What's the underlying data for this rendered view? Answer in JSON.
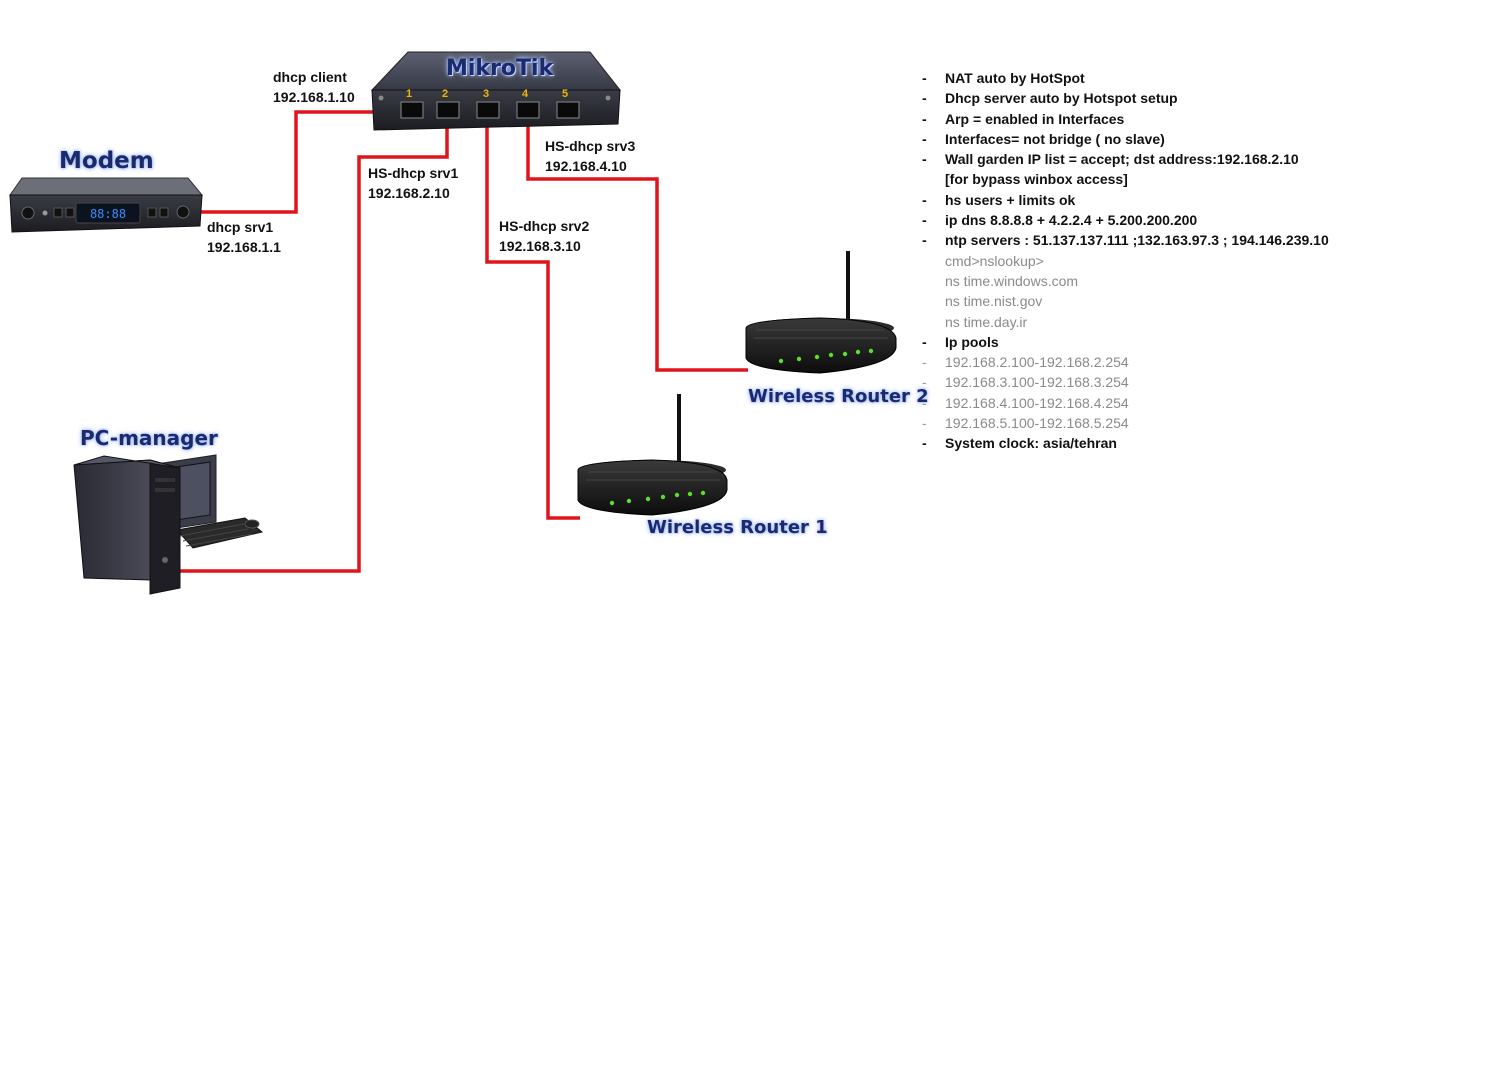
{
  "devices": {
    "mikrotik": {
      "title": "MikroTik",
      "ports": [
        "1",
        "2",
        "3",
        "4",
        "5"
      ]
    },
    "modem": {
      "title": "Modem",
      "display": "88:88"
    },
    "pc": {
      "title": "PC-manager"
    },
    "router1": {
      "title": "Wireless Router 1"
    },
    "router2": {
      "title": "Wireless Router 2"
    }
  },
  "links": {
    "mikrotik_client": {
      "line1": "dhcp client",
      "line2": "192.168.1.10"
    },
    "modem_srv": {
      "line1": "dhcp srv1",
      "line2": "192.168.1.1"
    },
    "hs_srv1": {
      "line1": "HS-dhcp srv1",
      "line2": "192.168.2.10"
    },
    "hs_srv2": {
      "line1": "HS-dhcp srv2",
      "line2": "192.168.3.10"
    },
    "hs_srv3": {
      "line1": "HS-dhcp srv3",
      "line2": "192.168.4.10"
    }
  },
  "colors": {
    "cable": "#e0141c",
    "title_glow": "#9fb6ff",
    "title_text": "#1a2a6a",
    "port_label": "#f0b400",
    "note_grey": "#8a8a8a"
  },
  "notes": [
    {
      "text": "NAT auto by HotSpot",
      "dash": true,
      "grey": false
    },
    {
      "text": "Dhcp server auto by Hotspot setup",
      "dash": true,
      "grey": false
    },
    {
      "text": "Arp = enabled in Interfaces",
      "dash": true,
      "grey": false
    },
    {
      "text": "Interfaces= not bridge ( no slave)",
      "dash": true,
      "grey": false
    },
    {
      "text": "Wall garden IP list = accept; dst address:192.168.2.10",
      "dash": true,
      "grey": false
    },
    {
      "text": "[for bypass winbox access]",
      "dash": false,
      "grey": false
    },
    {
      "text": "hs users + limits ok",
      "dash": true,
      "grey": false
    },
    {
      "text": "ip dns 8.8.8.8 + 4.2.2.4 + 5.200.200.200",
      "dash": true,
      "grey": false
    },
    {
      "text": "ntp servers : 51.137.137.111 ;132.163.97.3 ; 194.146.239.10",
      "dash": true,
      "grey": false
    },
    {
      "text": "cmd>nslookup>",
      "dash": false,
      "grey": true
    },
    {
      "text": "ns time.windows.com",
      "dash": false,
      "grey": true
    },
    {
      "text": "ns time.nist.gov",
      "dash": false,
      "grey": true
    },
    {
      "text": "ns time.day.ir",
      "dash": false,
      "grey": true
    },
    {
      "text": "Ip pools",
      "dash": true,
      "grey": false
    },
    {
      "text": "192.168.2.100-192.168.2.254",
      "dash": true,
      "grey": true
    },
    {
      "text": "192.168.3.100-192.168.3.254",
      "dash": true,
      "grey": true
    },
    {
      "text": "192.168.4.100-192.168.4.254",
      "dash": true,
      "grey": true
    },
    {
      "text": "192.168.5.100-192.168.5.254",
      "dash": true,
      "grey": true
    },
    {
      "text": "System clock: asia/tehran",
      "dash": true,
      "grey": false
    }
  ]
}
